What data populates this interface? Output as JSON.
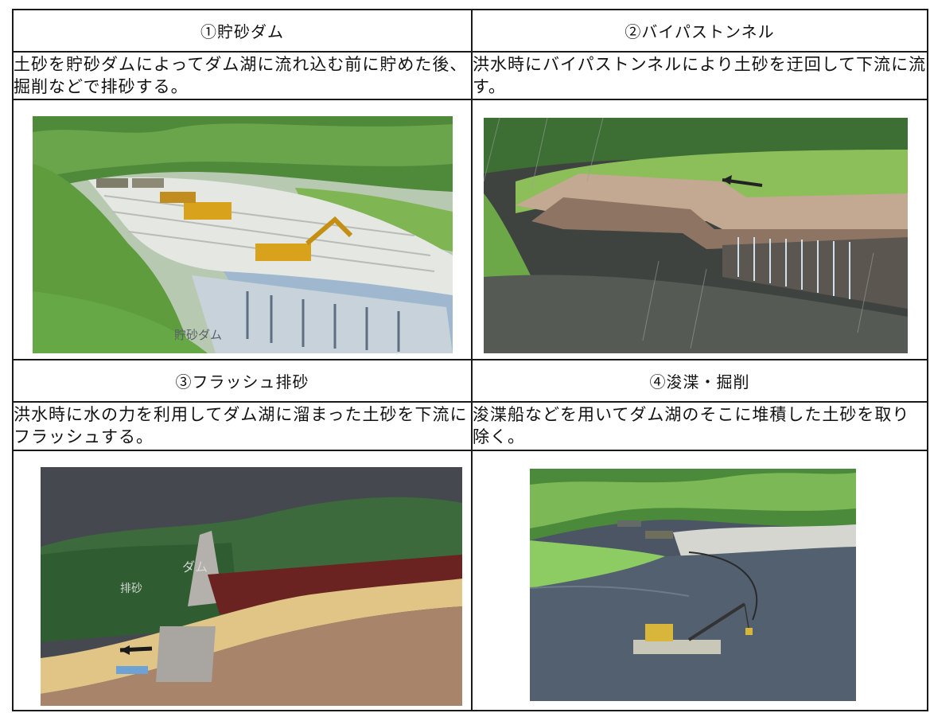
{
  "cells": [
    {
      "title": "①貯砂ダム",
      "description": "土砂を貯砂ダムによってダム湖に流れ込む前に貯めた後、掘削などで排砂する。",
      "image_label": "貯砂ダム"
    },
    {
      "title": "②バイパストンネル",
      "description": "洪水時にバイパストンネルにより土砂を迂回して下流に流す。"
    },
    {
      "title": "③フラッシュ排砂",
      "description": "洪水時に水の力を利用してダム湖に溜まった土砂を下流にフラッシュする。",
      "image_labels": [
        "ダム",
        "排砂"
      ]
    },
    {
      "title": "④浚渫・掘削",
      "description": "浚渫船などを用いてダム湖のそこに堆積した土砂を取り除く。"
    }
  ]
}
